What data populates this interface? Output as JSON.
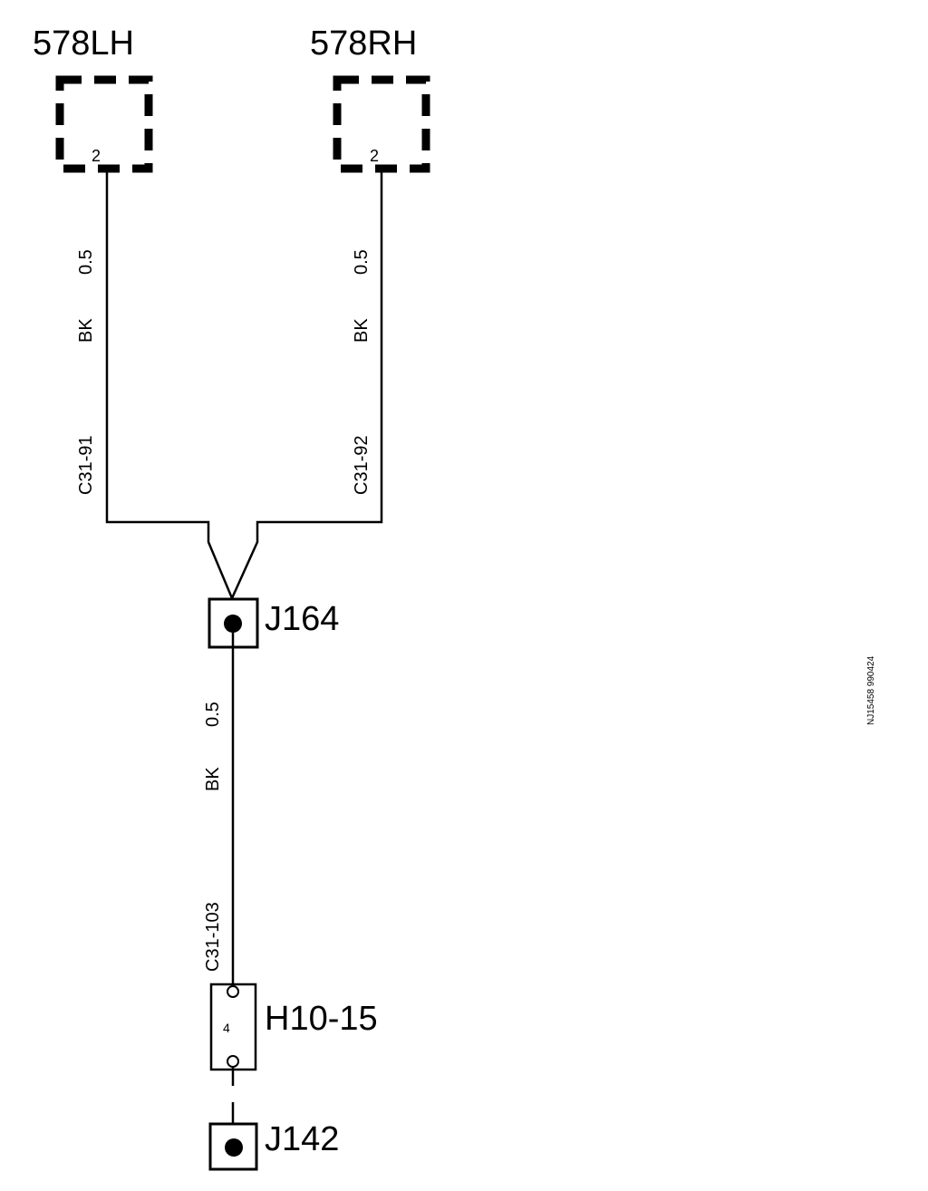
{
  "components": {
    "left": {
      "label": "578LH",
      "pin": "2"
    },
    "right": {
      "label": "578RH",
      "pin": "2"
    }
  },
  "wires": {
    "left": {
      "size": "0.5",
      "color": "BK",
      "circuit": "C31-91"
    },
    "right": {
      "size": "0.5",
      "color": "BK",
      "circuit": "C31-92"
    },
    "lower": {
      "size": "0.5",
      "color": "BK",
      "circuit": "C31-103"
    }
  },
  "splice_j164": {
    "label": "J164"
  },
  "connector_h10_15": {
    "label": "H10-15",
    "pin": "4"
  },
  "splice_j142": {
    "label": "J142"
  },
  "reference": "NJ15458 990424"
}
